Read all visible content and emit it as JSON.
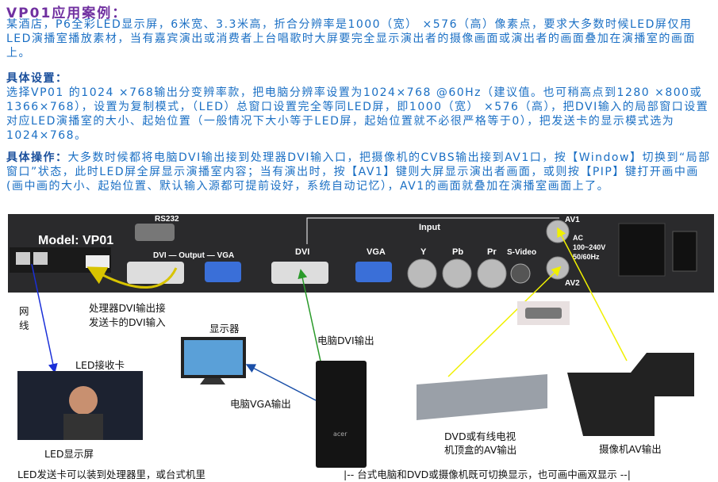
{
  "title": "VP01应用案例：",
  "intro": "某酒店，P6全彩LED显示屏，6米宽、3.3米高，折合分辨率是1000（宽） ×576（高）像素点，要求大多数时候LED屏仅用LED演播室播放素材，当有嘉宾演出或消费者上台唱歌时大屏要完全显示演出者的摄像画面或演出者的画面叠加在演播室的画面上。",
  "settings": {
    "heading": "具体设置：",
    "body": "选择VP01 的1024 ×768输出分变辨率款，把电脑分辨率设置为1024×768 @60Hz（建议值。也可稍高点到1280 ×800或1366×768），设置为复制模式，（LED）总窗口设置完全等同LED屏，即1000（宽） ×576（高），把DVI输入的局部窗口设置对应LED演播室的大小、起始位置（一般情况下大小等于LED屏，起始位置就不必很严格等于0），把发送卡的显示模式选为1024×768。"
  },
  "operation": {
    "heading": "具体操作：",
    "body": "大多数时候都将电脑DVI输出接到处理器DVI输入口，把摄像机的CVBS输出接到AV1口，按【Window】切换到“局部窗口”状态，此时LED屏全屏显示演播室内容；当有演出时，按【AV1】键则大屏显示演出者画面，或则按【PIP】键打开画中画(画中画的大小、起始位置、默认输入源都可提前设好，系统自动记忆），AV1的画面就叠加在演播室画面上了。"
  },
  "panel": {
    "model": "Model: VP01",
    "rs232": "RS232",
    "output": "DVI — Output — VGA",
    "dvi": "DVI",
    "vga": "VGA",
    "input": "Input",
    "y": "Y",
    "pb": "Pb",
    "pr": "Pr",
    "svideo": "S-Video",
    "av1": "AV1",
    "av2": "AV2",
    "ac": "AC",
    "ac_range": "100~240V",
    "ac_freq": "50/60Hz"
  },
  "labels": {
    "network": "网线",
    "dvi_callout_1": "处理器DVI输出接",
    "dvi_callout_2": "发送卡的DVI输入",
    "monitor": "显示器",
    "pc_dvi": "电脑DVI输出",
    "receiver": "LED接收卡",
    "led_screen": "LED显示屏",
    "pc_vga": "电脑VGA输出",
    "dvd_1": "DVD或有线电视",
    "dvd_2": "机顶盒的AV输出",
    "camera": "摄像机AV输出",
    "tower_brand": "acer",
    "footer_left": "LED发送卡可以装到处理器里，或台式机里",
    "footer_right": "|-- 台式电脑和DVD或摄像机既可切换显示，也可画中画双显示 --|"
  }
}
